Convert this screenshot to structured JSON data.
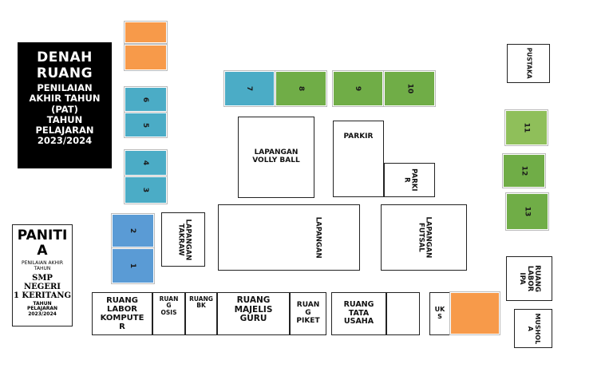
{
  "title": {
    "line1": "DENAH",
    "line2": "RUANG",
    "line3": "PENILAIAN",
    "line4": "AKHIR TAHUN",
    "line5": "(PAT)",
    "line6": "TAHUN",
    "line7": "PELAJARAN",
    "line8": "2023/2024"
  },
  "panitia": {
    "line1": "PANITI",
    "line2": "A",
    "line3": "PENILAIAN AKHIR",
    "line4": "TAHUN",
    "line5": "SMP NEGERI",
    "line6": "1 KERITANG",
    "line7": "TAHUN",
    "line8": "PELAJARAN",
    "line9": "2023/2024"
  },
  "rooms": {
    "r1": "1",
    "r2": "2",
    "r3": "3",
    "r4": "4",
    "r5": "5",
    "r6": "6",
    "r7": "7",
    "r8": "8",
    "r9": "9",
    "r10": "10",
    "r11": "11",
    "r12": "12",
    "r13": "13"
  },
  "places": {
    "pustaka": "PUSTAKA",
    "lapangan_volly_1": "LAPANGAN",
    "lapangan_volly_2": "VOLLY BALL",
    "parkir": "PARKIR",
    "parkir2_1": "PARKI",
    "parkir2_2": "R",
    "lapangan_takraw_1": "LAPANGAN",
    "lapangan_takraw_2": "TAKRAW",
    "lapangan": "LAPANGAN",
    "lapangan_futsal_1": "LAPANGAN",
    "lapangan_futsal_2": "FUTSAL",
    "labor_ipa_1": "RUANG",
    "labor_ipa_2": "LABOR",
    "labor_ipa_3": "IPA",
    "mushola_1": "MUSHOL",
    "mushola_2": "A",
    "labor_komputer_1": "RUANG",
    "labor_komputer_2": "LABOR",
    "labor_komputer_3": "KOMPUTE",
    "labor_komputer_4": "R",
    "osis_1": "RUAN",
    "osis_2": "G",
    "osis_3": "OSIS",
    "bk_1": "RUANG",
    "bk_2": "BK",
    "majelis_1": "RUANG",
    "majelis_2": "MAJELIS",
    "majelis_3": "GURU",
    "piket_1": "RUAN",
    "piket_2": "G",
    "piket_3": "PIKET",
    "tata_usaha_1": "RUANG",
    "tata_usaha_2": "TATA",
    "tata_usaha_3": "USAHA",
    "uks_1": "UK",
    "uks_2": "S"
  },
  "colors": {
    "orange": "#f79a4a",
    "teal": "#4bacc6",
    "blue": "#5a9bd5",
    "green": "#70ad47",
    "title_bg": "#000000"
  }
}
